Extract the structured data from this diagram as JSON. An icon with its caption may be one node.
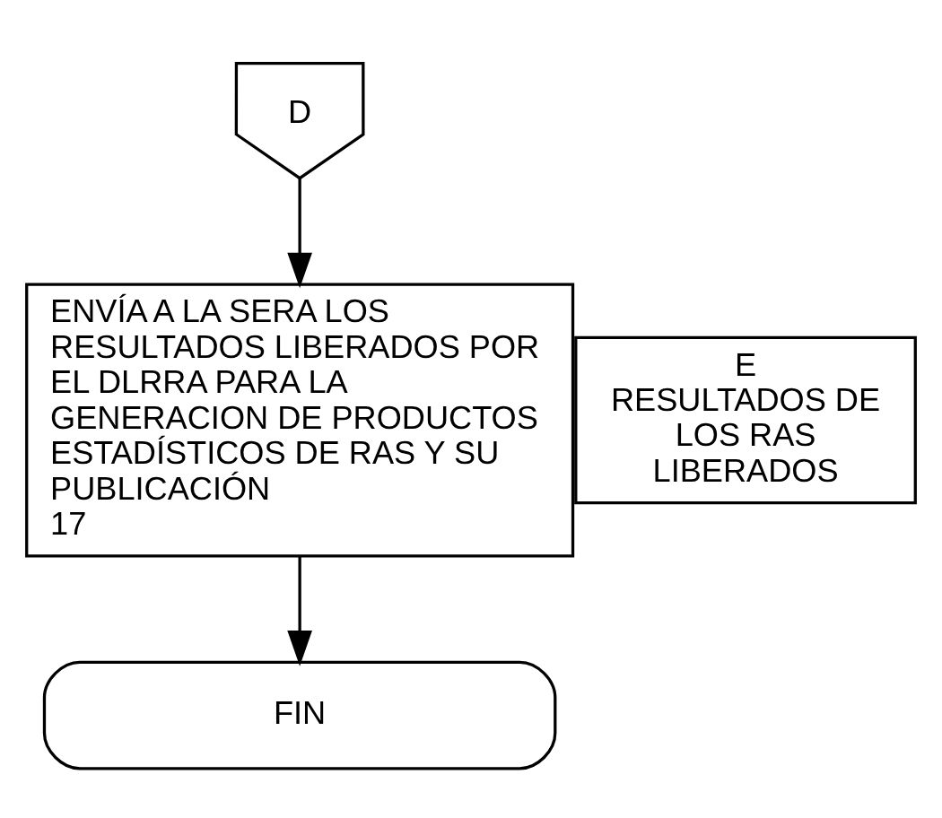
{
  "diagram": {
    "nodes": [
      {
        "text": [
          "D"
        ]
      },
      {
        "text": [
          "ENVÍA A LA SERA LOS RESULTADOS LIBERADOS POR EL DLRRA PARA LA GENERACION DE PRODUCTOS ESTADÍSTICOS DE RAS Y SU PUBLICACIÓN",
          "17"
        ]
      },
      {
        "text": [
          "E",
          "RESULTADOS DE LOS RAS LIBERADOS"
        ]
      },
      {
        "text": [
          "FIN"
        ]
      }
    ],
    "edges": [
      {
        "from": 0,
        "to": 1,
        "arrow": "to"
      },
      {
        "from": 1,
        "to": 3,
        "arrow": "to"
      }
    ]
  }
}
